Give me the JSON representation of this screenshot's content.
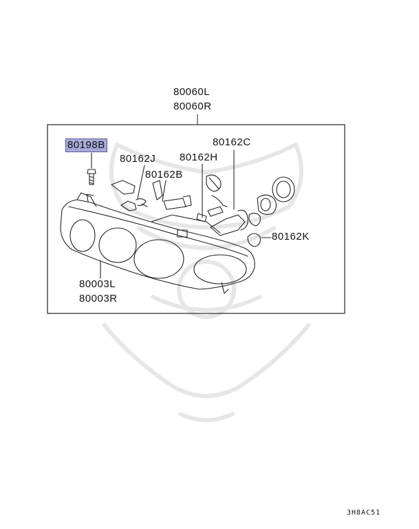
{
  "diagram": {
    "title_left": "80060L",
    "title_right": "80060R",
    "parts": [
      {
        "id": "80198B",
        "highlighted": true
      },
      {
        "id": "80162J"
      },
      {
        "id": "80162B"
      },
      {
        "id": "80162H"
      },
      {
        "id": "80162C"
      },
      {
        "id": "80162K"
      },
      {
        "id": "80003L"
      },
      {
        "id": "80003R"
      }
    ],
    "code": "3H8AC51"
  },
  "colors": {
    "highlight": "#a7a9d8",
    "line": "#222222",
    "watermark": "#e8e8e8"
  }
}
